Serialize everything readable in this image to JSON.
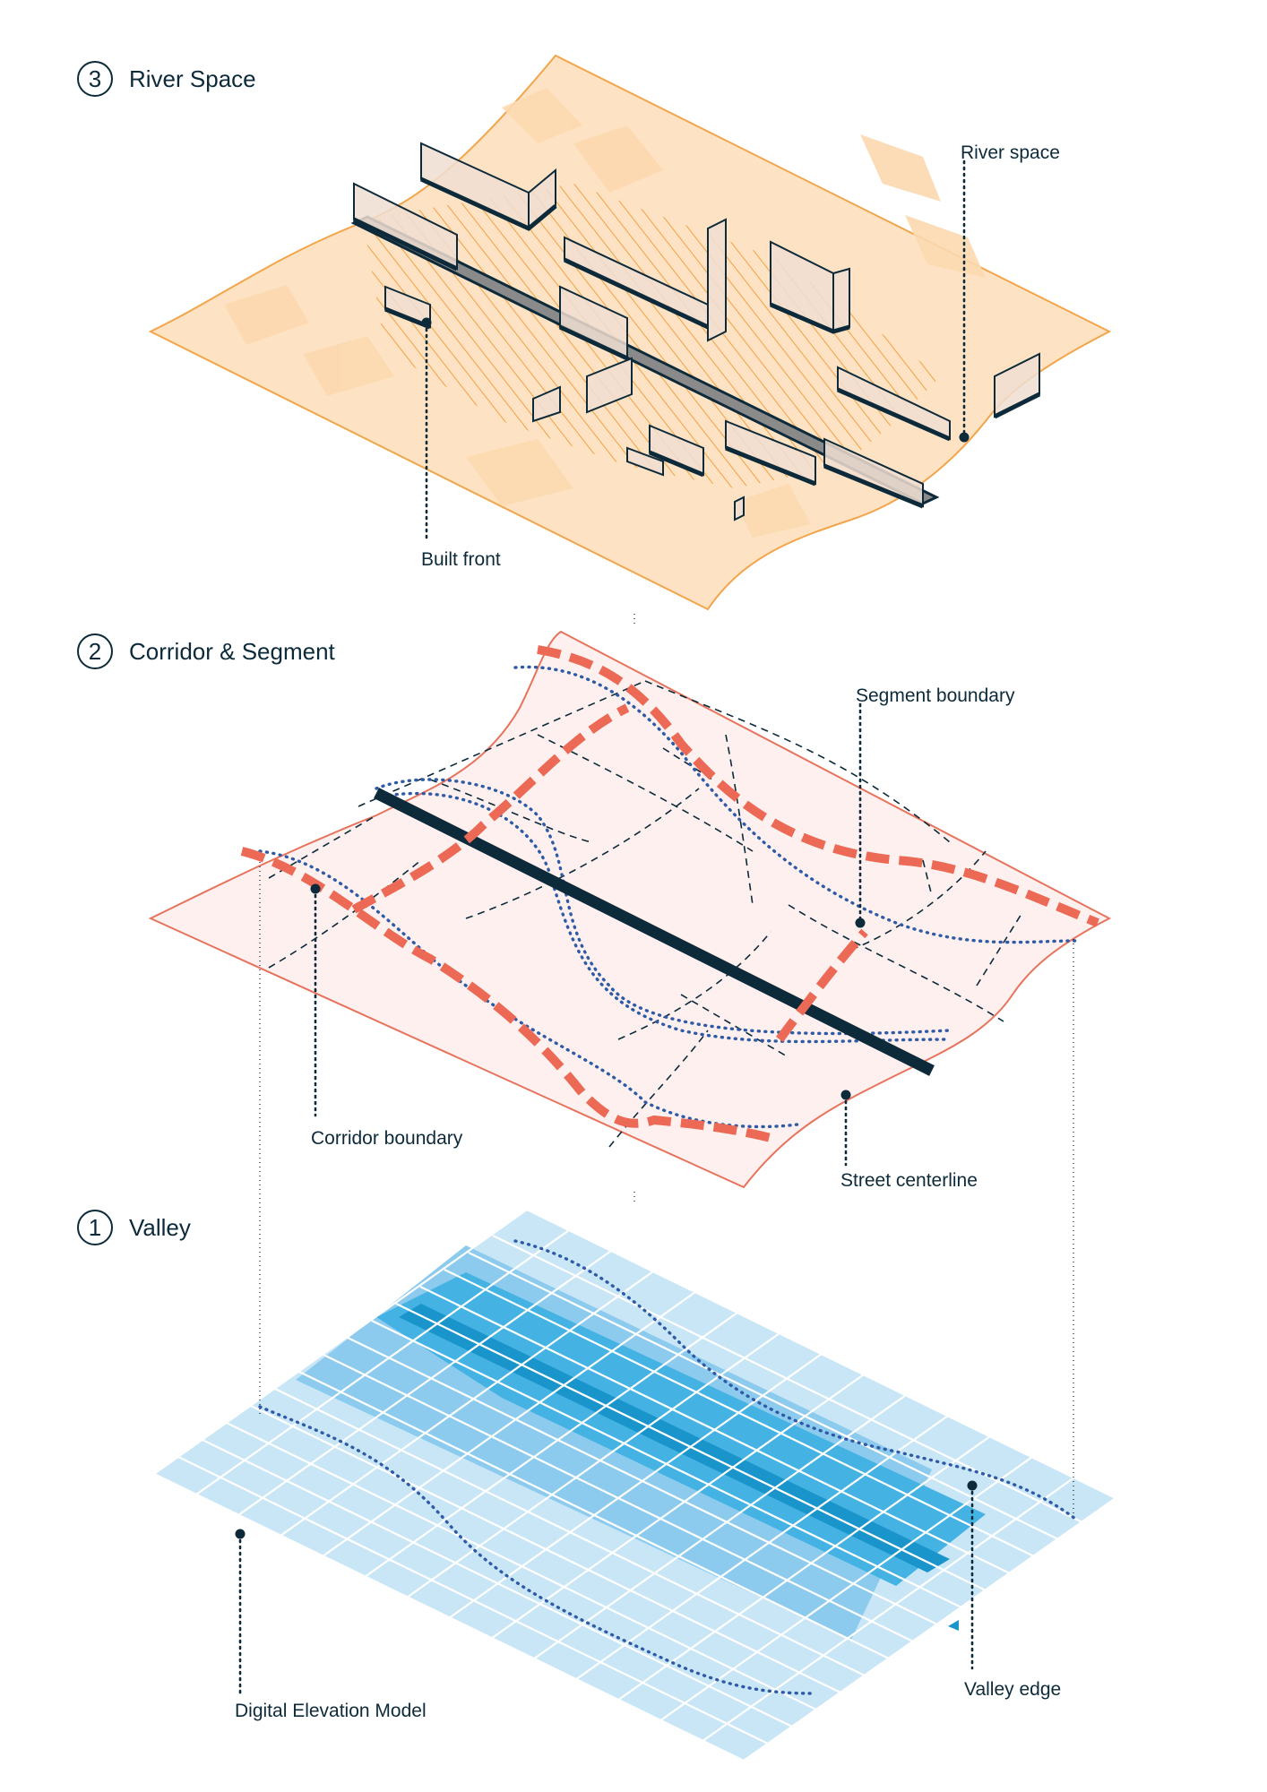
{
  "sections": [
    {
      "number": "3",
      "title": "River Space"
    },
    {
      "number": "2",
      "title": "Corridor & Segment"
    },
    {
      "number": "1",
      "title": "Valley"
    }
  ],
  "labels": {
    "river_space": "River space",
    "built_front": "Built front",
    "segment_boundary": "Segment boundary",
    "corridor_boundary": "Corridor boundary",
    "street_centerline": "Street centerline",
    "digital_elevation_model": "Digital Elevation Model",
    "valley_edge": "Valley edge"
  },
  "colors": {
    "ink": "#0d2a3a",
    "river_layer_fill": "#fde3c4",
    "river_layer_edge": "#f2a54a",
    "corridor_layer_fill": "#fdf0ee",
    "corridor_layer_edge": "#e8735d",
    "corridor_boundary": "#ec6a55",
    "valley_edge_dots": "#2e5aa6",
    "dem_light": "#c9e6f7",
    "dem_mid": "#8ccbee",
    "dem_dark": "#44b3e3",
    "dem_deep": "#1a95cb"
  }
}
